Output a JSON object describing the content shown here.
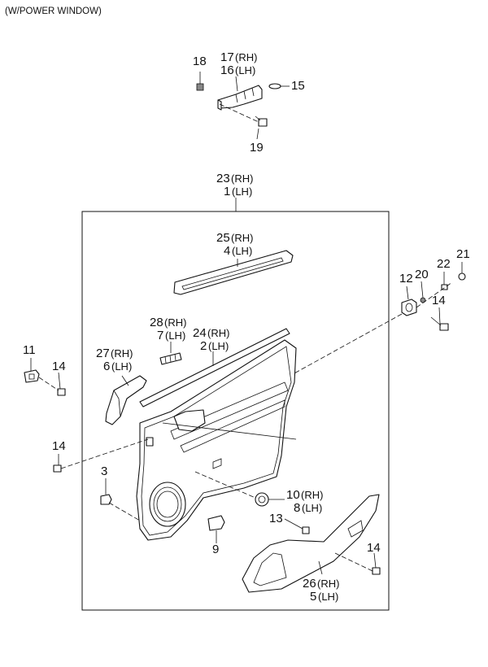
{
  "header": {
    "title": "(W/POWER WINDOW)"
  },
  "callouts": {
    "c18": "18",
    "c17": "17",
    "c17s": "(RH)",
    "c16": "16",
    "c16s": "(LH)",
    "c15": "15",
    "c19": "19",
    "c23": "23",
    "c23s": "(RH)",
    "c1": "1",
    "c1s": "(LH)",
    "c25": "25",
    "c25s": "(RH)",
    "c4": "4",
    "c4s": "(LH)",
    "c12": "12",
    "c20": "20",
    "c22": "22",
    "c21": "21",
    "c14a": "14",
    "c28": "28",
    "c28s": "(RH)",
    "c7": "7",
    "c7s": "(LH)",
    "c24": "24",
    "c24s": "(RH)",
    "c2": "2",
    "c2s": "(LH)",
    "c27": "27",
    "c27s": "(RH)",
    "c6": "6",
    "c6s": "(LH)",
    "c11": "11",
    "c14b": "14",
    "c14c": "14",
    "c3": "3",
    "c10": "10",
    "c10s": "(RH)",
    "c8": "8",
    "c8s": "(LH)",
    "c13": "13",
    "c9": "9",
    "c14d": "14",
    "c26": "26",
    "c26s": "(RH)",
    "c5": "5",
    "c5s": "(LH)"
  }
}
